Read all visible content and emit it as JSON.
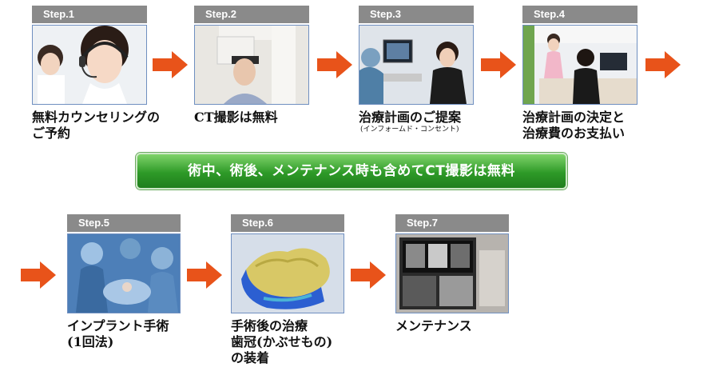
{
  "banner": "術中、術後、メンテナンス時も含めてCT撮影は無料",
  "steps": [
    {
      "label": "Step.1",
      "caption": [
        "無料カウンセリングの",
        "ご予約"
      ]
    },
    {
      "label": "Step.2",
      "caption": [
        "CT撮影は無料"
      ]
    },
    {
      "label": "Step.3",
      "caption": [
        "治療計画のご提案"
      ],
      "sub": "(インフォームド・コンセント)"
    },
    {
      "label": "Step.4",
      "caption": [
        "治療計画の決定と",
        "治療費のお支払い"
      ]
    },
    {
      "label": "Step.5",
      "caption": [
        "インプラント手術",
        "(1回法)"
      ]
    },
    {
      "label": "Step.6",
      "caption": [
        "手術後の治療",
        "歯冠(かぶせもの)",
        "の装着"
      ]
    },
    {
      "label": "Step.7",
      "caption": [
        "メンテナンス"
      ]
    }
  ],
  "colors": {
    "arrow": "#e8531a",
    "label_bg": "#8a8a8a",
    "banner": "#2e9a28"
  }
}
